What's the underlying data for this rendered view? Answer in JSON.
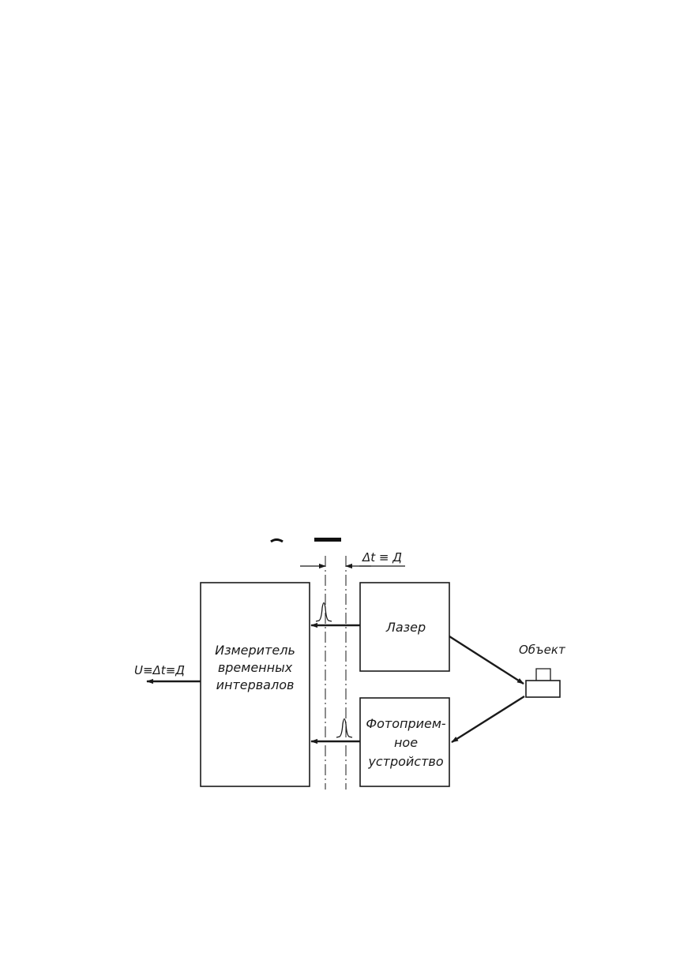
{
  "diagram": {
    "blocks": {
      "meter": {
        "lines": [
          "Измеритель",
          "временных",
          "интервалов"
        ]
      },
      "laser": {
        "lines": [
          "Лазер"
        ]
      },
      "receiver": {
        "lines": [
          "Фотоприем-",
          "ное",
          "устройство"
        ]
      },
      "object": {
        "label": "Объект"
      }
    },
    "output_label": "U≡Δt≡Д",
    "interval_label": "Δt ≡ Д"
  }
}
